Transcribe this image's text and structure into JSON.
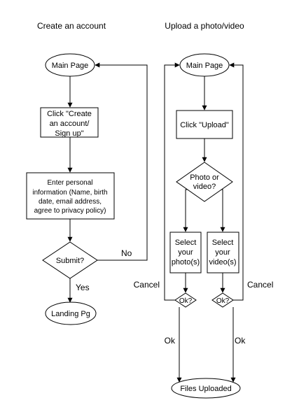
{
  "titles": {
    "create_account": "Create an account",
    "upload": "Upload a photo/video"
  },
  "create_flow": {
    "main_page": "Main Page",
    "click_create": [
      "Click \"Create",
      "an account/",
      "Sign up\""
    ],
    "enter_info": [
      "Enter personal",
      "information (Name, birth",
      "date, email address,",
      "agree to privacy policy)"
    ],
    "submit": "Submit?",
    "no_label": "No",
    "yes_label": "Yes",
    "landing": "Landing Pg"
  },
  "upload_flow": {
    "main_page": "Main Page",
    "click_upload": "Click \"Upload\"",
    "photo_or_video": [
      "Photo or",
      "video?"
    ],
    "select_photo": [
      "Select",
      "your",
      "photo(s)"
    ],
    "select_video": [
      "Select",
      "your",
      "video(s)"
    ],
    "ok_photo": "Ok?",
    "ok_video": "Ok?",
    "cancel_left": "Cancel",
    "cancel_right": "Cancel",
    "ok_left": "Ok",
    "ok_right": "Ok",
    "files_uploaded": "Files Uploaded"
  }
}
